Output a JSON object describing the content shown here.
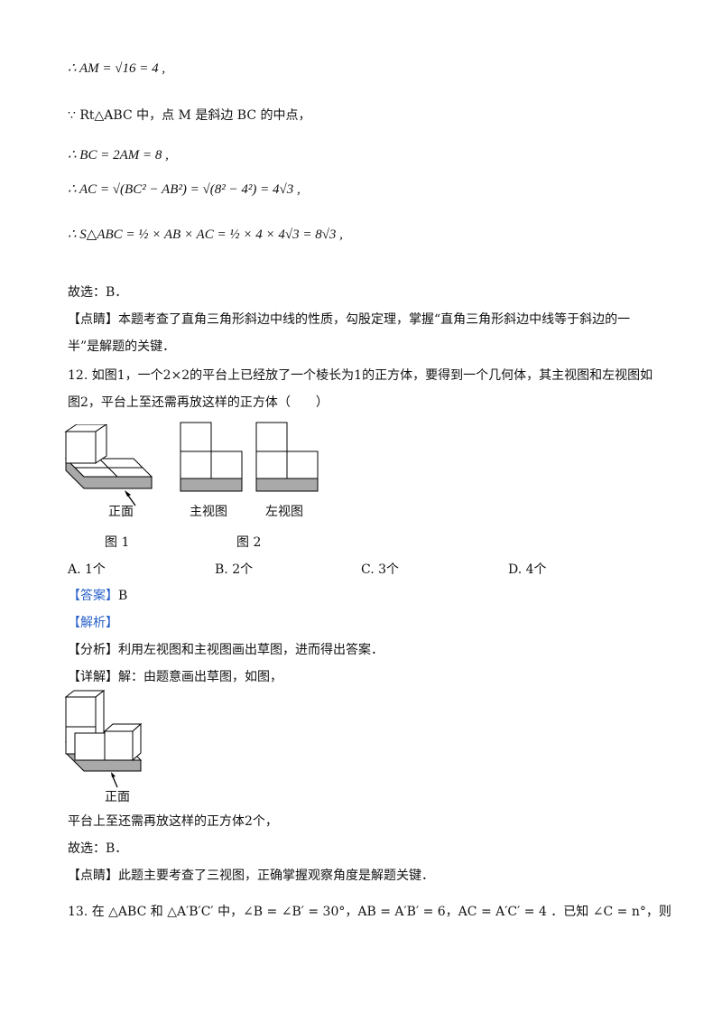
{
  "lines": {
    "l1": "∴ AM = √16 = 4 ,",
    "l2": "∵ Rt△ABC 中，点 M 是斜边 BC 的中点，",
    "l3": "∴ BC = 2AM = 8 ,",
    "l4": "∴ AC = √(BC² − AB²) = √(8² − 4²) = 4√3 ,",
    "l5": "∴ S△ABC = ½ × AB × AC = ½ × 4 × 4√3 = 8√3 ,",
    "l6": "故选：B．",
    "l7": "【点睛】本题考查了直角三角形斜边中线的性质，勾股定理，掌握“直角三角形斜边中线等于斜边的一",
    "l8": "半”是解题的关键．",
    "q12a": "12. 如图1，一个2×2的平台上已经放了一个棱长为1的正方体，要得到一个几何体，其主视图和左视图如",
    "q12b": "图2，平台上至还需再放这样的正方体（　　）",
    "answer_tag": "【答案】",
    "answer_val": "B",
    "analysis_tag": "【解析】",
    "fenxi": "【分析】利用左视图和主视图画出草图，进而得出答案．",
    "xiangjie": "【详解】解：由题意画出草图，如图，",
    "conclusion": "平台上至还需再放这样的正方体2个，",
    "guxuan2": "故选：B．",
    "dianjing2": "【点睛】此题主要考查了三视图，正确掌握观察角度是解题关键．",
    "q13": "13. 在 △ABC 和 △A′B′C′ 中，∠B = ∠B′ = 30°，AB = A′B′ = 6，AC = A′C′ = 4 ．已知 ∠C = n°，则"
  },
  "figures": {
    "fig1_front_label": "正面",
    "main_view_label": "主视图",
    "left_view_label": "左视图",
    "fig1_caption": "图 1",
    "fig2_caption": "图 2",
    "sketch_front_label": "正面"
  },
  "options": {
    "a": "A.  1个",
    "b": "B.  2个",
    "c": "C.  3个",
    "d": "D.  4个"
  }
}
